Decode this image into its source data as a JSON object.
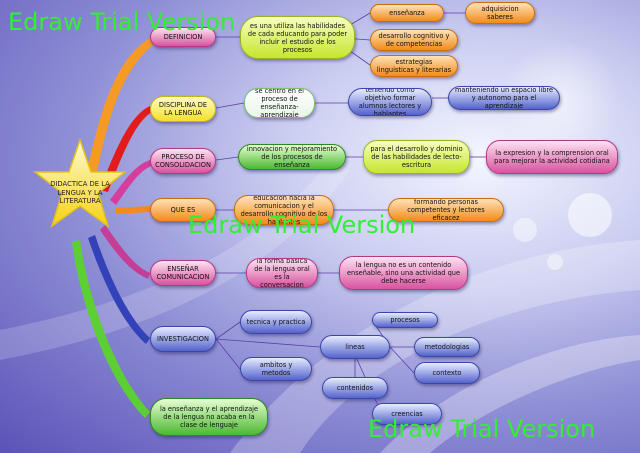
{
  "watermark": {
    "text": "Edraw Trial Version",
    "color": "#33ee33"
  },
  "central": {
    "label": "DIDACTICA DE LA LENGUA Y LA LITERATURA"
  },
  "branches": {
    "definicion": {
      "label": "DEFINICION",
      "detail": "es una utiliza  las habilidades de cada educando para poder incluir el estudio de los procesos",
      "items": [
        "enseñanza",
        "adquisicion saberes",
        "desarrollo cognitivo y de competencias",
        "estrategias linguisticas y literarias"
      ]
    },
    "disciplina": {
      "label": "DISCIPLINA DE LA LENGUA",
      "detail": "se centro en el proceso de enseñanza-aprendizaje",
      "detail2": "teniendo como objetivo formar alumnos lectores y hablantes",
      "detail3": "manteniendo un espacio libre y autonomo  para el aprendizaje"
    },
    "proceso": {
      "label": "PROCESO DE CONSOLIDACION",
      "detail": "innovacion y mejoramiento de los procesos de enseñanza",
      "detail2": "para el desarrollo y dominio de las habilidades de lecto-escritura",
      "detail3": "la expresion y la comprension oral para  mejorar la actividad cotidiana"
    },
    "que_es": {
      "label": "QUE ES",
      "detail": "educacion hacia la comunicacion y el desarrollo cognitivo de los hablantes",
      "detail2": "formando personas competentes y lectores eficacez"
    },
    "ensenar": {
      "label": "ENSEÑAR COMUNICACION",
      "detail": "la forma basica de la lengua oral es la conversacion",
      "detail2": "la lengua no es un contenido enseñable, sino una actividad que debe hacerse"
    },
    "investigacion": {
      "label": "INVESTIGACION",
      "tecnica": "tecnica y practica",
      "ambitos": "ambitos y metodos",
      "lineas": "lineas",
      "procesos": "procesos",
      "metodologias": "metodologias",
      "contexto": "contexto",
      "contenidos": "contenidos",
      "creencias": "creencias"
    },
    "ensenanza": {
      "label": "la enseñanza y el aprendizaje de la lengua no acaba en la clase de lenguaje"
    }
  }
}
